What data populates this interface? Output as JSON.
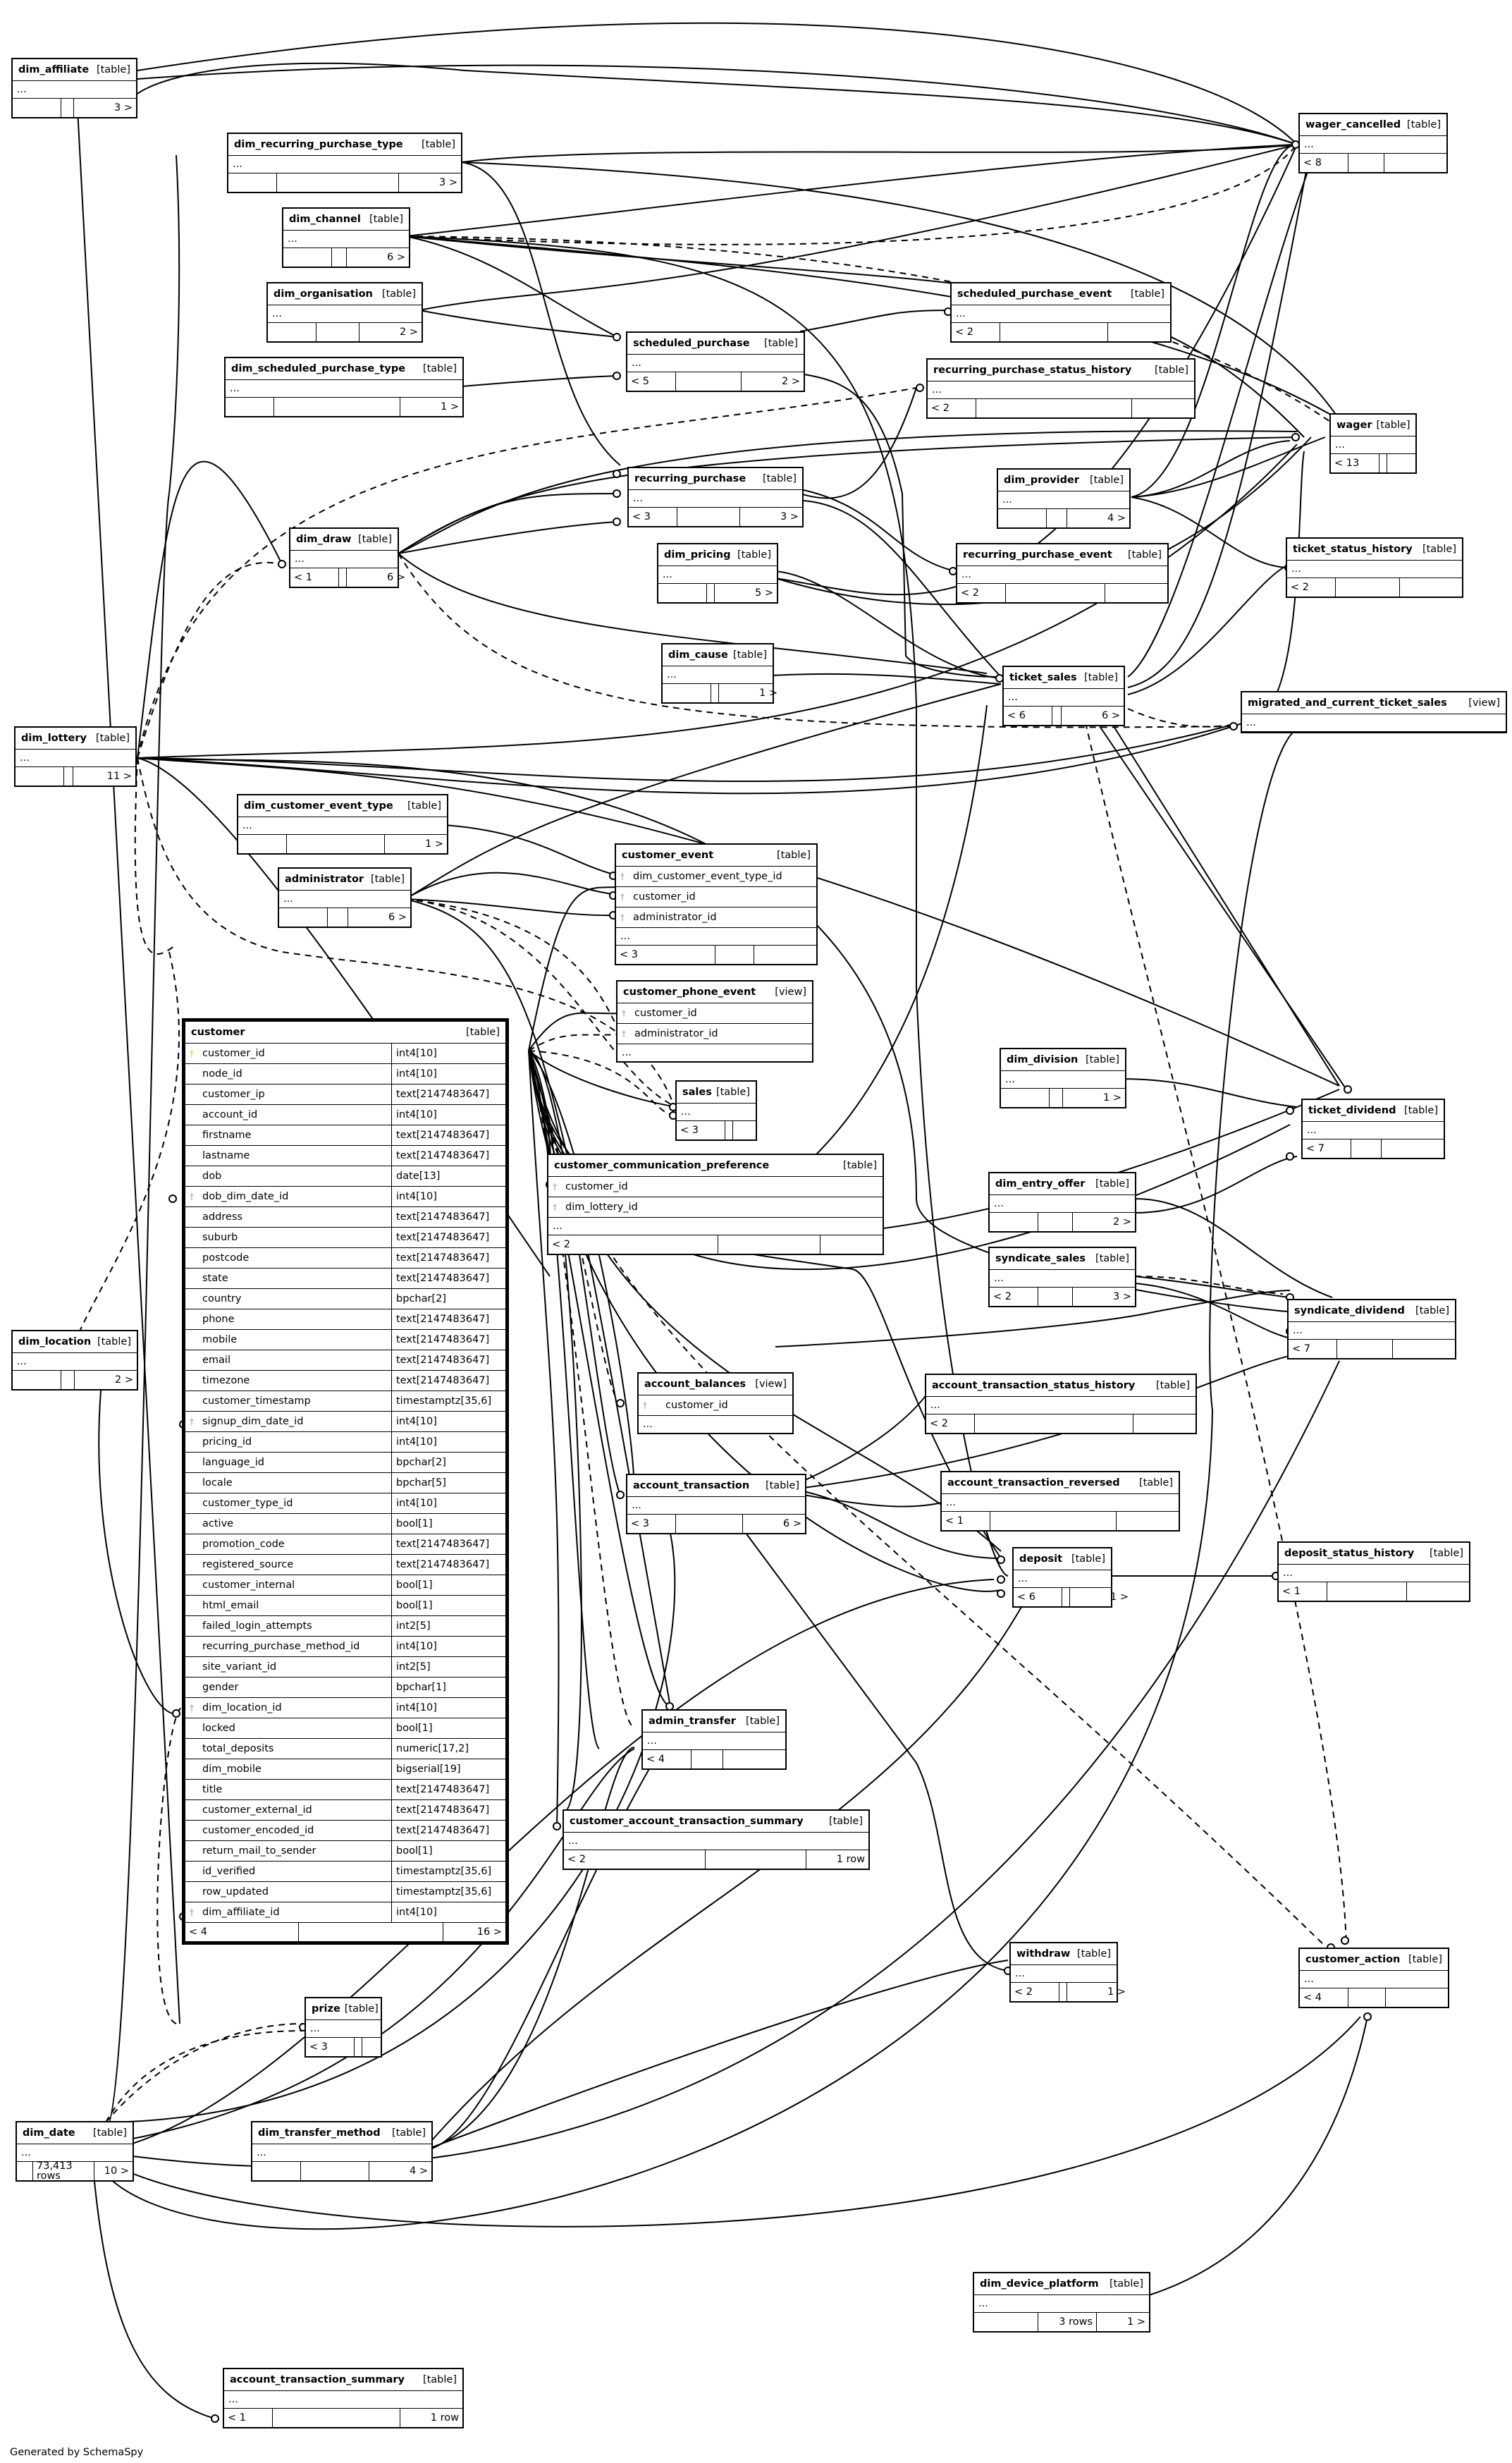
{
  "footer": "Generated by SchemaSpy",
  "tables": [
    {
      "id": "dim_affiliate",
      "name": "dim_affiliate",
      "type": "[table]",
      "dots": "...",
      "foot": [
        "",
        "",
        "3 >"
      ]
    },
    {
      "id": "dim_recurring_purchase_type",
      "name": "dim_recurring_purchase_type",
      "type": "[table]",
      "dots": "...",
      "foot": [
        "",
        "",
        "3 >"
      ]
    },
    {
      "id": "dim_channel",
      "name": "dim_channel",
      "type": "[table]",
      "dots": "...",
      "foot": [
        "",
        "",
        "6 >"
      ]
    },
    {
      "id": "dim_organisation",
      "name": "dim_organisation",
      "type": "[table]",
      "dots": "...",
      "foot": [
        "",
        "",
        "2 >"
      ]
    },
    {
      "id": "dim_scheduled_purchase_type",
      "name": "dim_scheduled_purchase_type",
      "type": "[table]",
      "dots": "...",
      "foot": [
        "",
        "",
        "1 >"
      ]
    },
    {
      "id": "wager_cancelled",
      "name": "wager_cancelled",
      "type": "[table]",
      "dots": "...",
      "foot": [
        "< 8",
        "",
        ""
      ]
    },
    {
      "id": "scheduled_purchase_event",
      "name": "scheduled_purchase_event",
      "type": "[table]",
      "dots": "...",
      "foot": [
        "< 2",
        "",
        ""
      ]
    },
    {
      "id": "scheduled_purchase",
      "name": "scheduled_purchase",
      "type": "[table]",
      "dots": "...",
      "foot": [
        "< 5",
        "",
        "2 >"
      ]
    },
    {
      "id": "recurring_purchase_status_history",
      "name": "recurring_purchase_status_history",
      "type": "[table]",
      "dots": "...",
      "foot": [
        "< 2",
        "",
        ""
      ]
    },
    {
      "id": "wager",
      "name": "wager",
      "type": "[table]",
      "dots": "...",
      "foot": [
        "< 13",
        "",
        ""
      ]
    },
    {
      "id": "recurring_purchase",
      "name": "recurring_purchase",
      "type": "[table]",
      "dots": "...",
      "foot": [
        "< 3",
        "",
        "3 >"
      ]
    },
    {
      "id": "dim_provider",
      "name": "dim_provider",
      "type": "[table]",
      "dots": "...",
      "foot": [
        "",
        "",
        "4 >"
      ]
    },
    {
      "id": "dim_draw",
      "name": "dim_draw",
      "type": "[table]",
      "dots": "...",
      "foot": [
        "< 1",
        "",
        "6 >"
      ]
    },
    {
      "id": "ticket_status_history",
      "name": "ticket_status_history",
      "type": "[table]",
      "dots": "...",
      "foot": [
        "< 2",
        "",
        ""
      ]
    },
    {
      "id": "dim_pricing",
      "name": "dim_pricing",
      "type": "[table]",
      "dots": "...",
      "foot": [
        "",
        "",
        "5 >"
      ]
    },
    {
      "id": "recurring_purchase_event",
      "name": "recurring_purchase_event",
      "type": "[table]",
      "dots": "...",
      "foot": [
        "< 2",
        "",
        ""
      ]
    },
    {
      "id": "dim_cause",
      "name": "dim_cause",
      "type": "[table]",
      "dots": "...",
      "foot": [
        "",
        "",
        "1 >"
      ]
    },
    {
      "id": "ticket_sales",
      "name": "ticket_sales",
      "type": "[table]",
      "dots": "...",
      "foot": [
        "< 6",
        "",
        "6 >"
      ]
    },
    {
      "id": "migrated_and_current_ticket_sales",
      "name": "migrated_and_current_ticket_sales",
      "type": "[view]",
      "dots": "...",
      "foot": [
        "",
        "",
        ""
      ]
    },
    {
      "id": "dim_lottery",
      "name": "dim_lottery",
      "type": "[table]",
      "dots": "...",
      "foot": [
        "",
        "",
        "11 >"
      ]
    },
    {
      "id": "dim_customer_event_type",
      "name": "dim_customer_event_type",
      "type": "[table]",
      "dots": "...",
      "foot": [
        "",
        "",
        "1 >"
      ]
    },
    {
      "id": "administrator",
      "name": "administrator",
      "type": "[table]",
      "dots": "...",
      "foot": [
        "",
        "",
        "6 >"
      ]
    },
    {
      "id": "dim_division",
      "name": "dim_division",
      "type": "[table]",
      "dots": "...",
      "foot": [
        "",
        "",
        "1 >"
      ]
    },
    {
      "id": "ticket_dividend",
      "name": "ticket_dividend",
      "type": "[table]",
      "dots": "...",
      "foot": [
        "< 7",
        "",
        ""
      ]
    },
    {
      "id": "dim_entry_offer",
      "name": "dim_entry_offer",
      "type": "[table]",
      "dots": "...",
      "foot": [
        "",
        "",
        "2 >"
      ]
    },
    {
      "id": "syndicate_sales",
      "name": "syndicate_sales",
      "type": "[table]",
      "dots": "...",
      "foot": [
        "< 2",
        "",
        "3 >"
      ]
    },
    {
      "id": "syndicate_dividend",
      "name": "syndicate_dividend",
      "type": "[table]",
      "dots": "...",
      "foot": [
        "< 7",
        "",
        ""
      ]
    },
    {
      "id": "dim_location",
      "name": "dim_location",
      "type": "[table]",
      "dots": "...",
      "foot": [
        "",
        "",
        "2 >"
      ]
    },
    {
      "id": "sales",
      "name": "sales",
      "type": "[table]",
      "dots": "...",
      "foot": [
        "< 3",
        "",
        ""
      ]
    },
    {
      "id": "account_transaction_status_history",
      "name": "account_transaction_status_history",
      "type": "[table]",
      "dots": "...",
      "foot": [
        "< 2",
        "",
        ""
      ]
    },
    {
      "id": "account_transaction",
      "name": "account_transaction",
      "type": "[table]",
      "dots": "...",
      "foot": [
        "< 3",
        "",
        "6 >"
      ]
    },
    {
      "id": "account_transaction_reversed",
      "name": "account_transaction_reversed",
      "type": "[table]",
      "dots": "...",
      "foot": [
        "< 1",
        "",
        ""
      ]
    },
    {
      "id": "deposit",
      "name": "deposit",
      "type": "[table]",
      "dots": "...",
      "foot": [
        "< 6",
        "",
        "1 >"
      ]
    },
    {
      "id": "deposit_status_history",
      "name": "deposit_status_history",
      "type": "[table]",
      "dots": "...",
      "foot": [
        "< 1",
        "",
        ""
      ]
    },
    {
      "id": "admin_transfer",
      "name": "admin_transfer",
      "type": "[table]",
      "dots": "...",
      "foot": [
        "< 4",
        "",
        ""
      ]
    },
    {
      "id": "customer_account_transaction_summary",
      "name": "customer_account_transaction_summary",
      "type": "[table]",
      "dots": "...",
      "foot": [
        "< 2",
        "",
        "1 row"
      ]
    },
    {
      "id": "withdraw",
      "name": "withdraw",
      "type": "[table]",
      "dots": "...",
      "foot": [
        "< 2",
        "",
        "1 >"
      ]
    },
    {
      "id": "customer_action",
      "name": "customer_action",
      "type": "[table]",
      "dots": "...",
      "foot": [
        "< 4",
        "",
        ""
      ]
    },
    {
      "id": "prize",
      "name": "prize",
      "type": "[table]",
      "dots": "...",
      "foot": [
        "< 3",
        "",
        ""
      ]
    },
    {
      "id": "dim_date",
      "name": "dim_date",
      "type": "[table]",
      "dots": "...",
      "foot": [
        "",
        "73,413 rows",
        "10 >"
      ]
    },
    {
      "id": "dim_transfer_method",
      "name": "dim_transfer_method",
      "type": "[table]",
      "dots": "...",
      "foot": [
        "",
        "",
        "4 >"
      ]
    },
    {
      "id": "dim_device_platform",
      "name": "dim_device_platform",
      "type": "[table]",
      "dots": "...",
      "foot": [
        "",
        "3 rows",
        "1 >"
      ]
    },
    {
      "id": "account_transaction_summary",
      "name": "account_transaction_summary",
      "type": "[table]",
      "dots": "...",
      "foot": [
        "< 1",
        "",
        "1 row"
      ]
    },
    {
      "id": "customer_event",
      "name": "customer_event",
      "type": "[table]",
      "fields": [
        "dim_customer_event_type_id",
        "customer_id",
        "administrator_id"
      ],
      "dots": "...",
      "foot": [
        "< 3",
        "",
        ""
      ]
    },
    {
      "id": "customer_phone_event",
      "name": "customer_phone_event",
      "type": "[view]",
      "fields": [
        "customer_id",
        "administrator_id"
      ],
      "dots": "...",
      "foot": null
    },
    {
      "id": "customer_communication_preference",
      "name": "customer_communication_preference",
      "type": "[table]",
      "fields": [
        "customer_id",
        "dim_lottery_id"
      ],
      "dots": "...",
      "foot": [
        "< 2",
        "",
        ""
      ]
    },
    {
      "id": "account_balances",
      "name": "account_balances",
      "type": "[view]",
      "fields": [
        "customer_id"
      ],
      "dots": "...",
      "foot": null
    }
  ],
  "customer": {
    "name": "customer",
    "type": "[table]",
    "columns": [
      [
        "customer_id",
        "int4[10]"
      ],
      [
        "node_id",
        "int4[10]"
      ],
      [
        "customer_ip",
        "text[2147483647]"
      ],
      [
        "account_id",
        "int4[10]"
      ],
      [
        "firstname",
        "text[2147483647]"
      ],
      [
        "lastname",
        "text[2147483647]"
      ],
      [
        "dob",
        "date[13]"
      ],
      [
        "dob_dim_date_id",
        "int4[10]"
      ],
      [
        "address",
        "text[2147483647]"
      ],
      [
        "suburb",
        "text[2147483647]"
      ],
      [
        "postcode",
        "text[2147483647]"
      ],
      [
        "state",
        "text[2147483647]"
      ],
      [
        "country",
        "bpchar[2]"
      ],
      [
        "phone",
        "text[2147483647]"
      ],
      [
        "mobile",
        "text[2147483647]"
      ],
      [
        "email",
        "text[2147483647]"
      ],
      [
        "timezone",
        "text[2147483647]"
      ],
      [
        "customer_timestamp",
        "timestamptz[35,6]"
      ],
      [
        "signup_dim_date_id",
        "int4[10]"
      ],
      [
        "pricing_id",
        "int4[10]"
      ],
      [
        "language_id",
        "bpchar[2]"
      ],
      [
        "locale",
        "bpchar[5]"
      ],
      [
        "customer_type_id",
        "int4[10]"
      ],
      [
        "active",
        "bool[1]"
      ],
      [
        "promotion_code",
        "text[2147483647]"
      ],
      [
        "registered_source",
        "text[2147483647]"
      ],
      [
        "customer_internal",
        "bool[1]"
      ],
      [
        "html_email",
        "bool[1]"
      ],
      [
        "failed_login_attempts",
        "int2[5]"
      ],
      [
        "recurring_purchase_method_id",
        "int4[10]"
      ],
      [
        "site_variant_id",
        "int2[5]"
      ],
      [
        "gender",
        "bpchar[1]"
      ],
      [
        "dim_location_id",
        "int4[10]"
      ],
      [
        "locked",
        "bool[1]"
      ],
      [
        "total_deposits",
        "numeric[17,2]"
      ],
      [
        "dim_mobile",
        "bigserial[19]"
      ],
      [
        "title",
        "text[2147483647]"
      ],
      [
        "customer_external_id",
        "text[2147483647]"
      ],
      [
        "customer_encoded_id",
        "text[2147483647]"
      ],
      [
        "return_mail_to_sender",
        "bool[1]"
      ],
      [
        "id_verified",
        "timestamptz[35,6]"
      ],
      [
        "row_updated",
        "timestamptz[35,6]"
      ],
      [
        "dim_affiliate_id",
        "int4[10]"
      ]
    ],
    "foot": [
      "< 4",
      "",
      "16 >"
    ]
  }
}
